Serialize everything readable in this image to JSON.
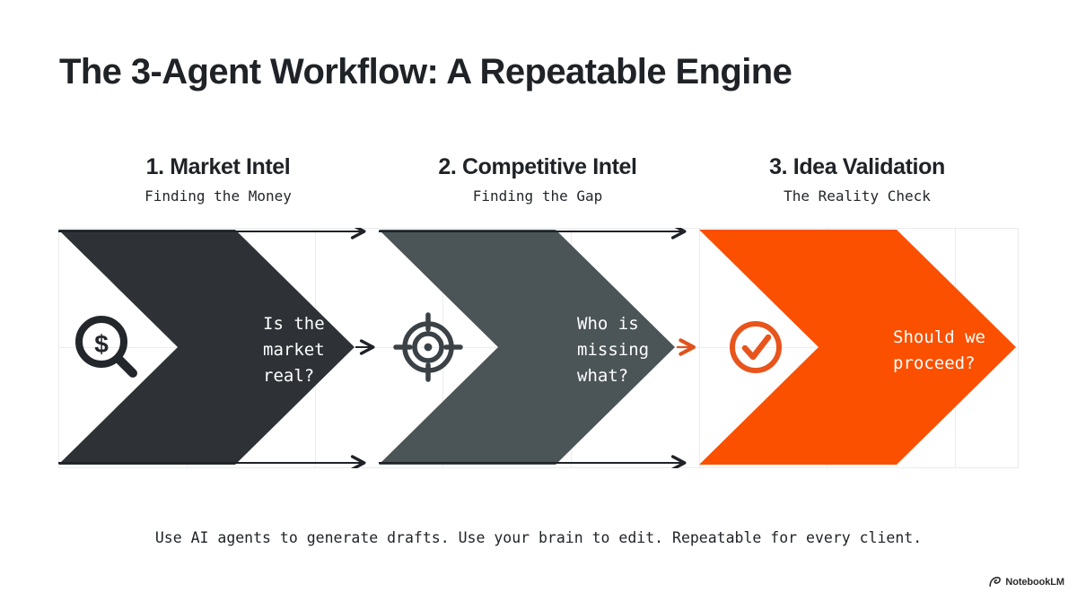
{
  "slide": {
    "title": "The 3-Agent Workflow: A Repeatable Engine",
    "footer": "Use AI agents to generate drafts. Use your brain to edit. Repeatable for every client.",
    "background_color": "#ffffff"
  },
  "colors": {
    "stage1": "#2E3237",
    "stage2": "#4B5457",
    "stage3": "#FA5000",
    "title_text": "#1f2226",
    "chevron_text": "#ffffff",
    "arrow_dark": "#1f2226",
    "grid_line": "#ececee"
  },
  "stages": [
    {
      "number": "1.",
      "title": "1. Market Intel",
      "subtitle": "Finding the Money",
      "icon": "magnifier-dollar-icon",
      "question": "Is the\nmarket\nreal?",
      "color": "#2E3237"
    },
    {
      "number": "2.",
      "title": "2. Competitive Intel",
      "subtitle": "Finding the Gap",
      "icon": "target-crosshair-icon",
      "question": "Who is\nmissing\nwhat?",
      "color": "#4B5457"
    },
    {
      "number": "3.",
      "title": "3. Idea Validation",
      "subtitle": "The Reality Check",
      "icon": "check-circle-icon",
      "question": "Should we\nproceed?",
      "color": "#FA5000"
    }
  ],
  "connectors": [
    {
      "name": "top-arrow-1-to-2",
      "color": "#1f2226"
    },
    {
      "name": "middle-arrow-1-to-2",
      "color": "#1f2226"
    },
    {
      "name": "bottom-arrow-1-to-2",
      "color": "#1f2226"
    },
    {
      "name": "top-arrow-2-to-3",
      "color": "#1f2226"
    },
    {
      "name": "middle-arrow-2-to-3",
      "color": "#FA5000"
    },
    {
      "name": "bottom-arrow-2-to-3",
      "color": "#1f2226"
    }
  ],
  "watermark": {
    "label": "NotebookLM",
    "icon": "notebooklm-logo-icon"
  }
}
